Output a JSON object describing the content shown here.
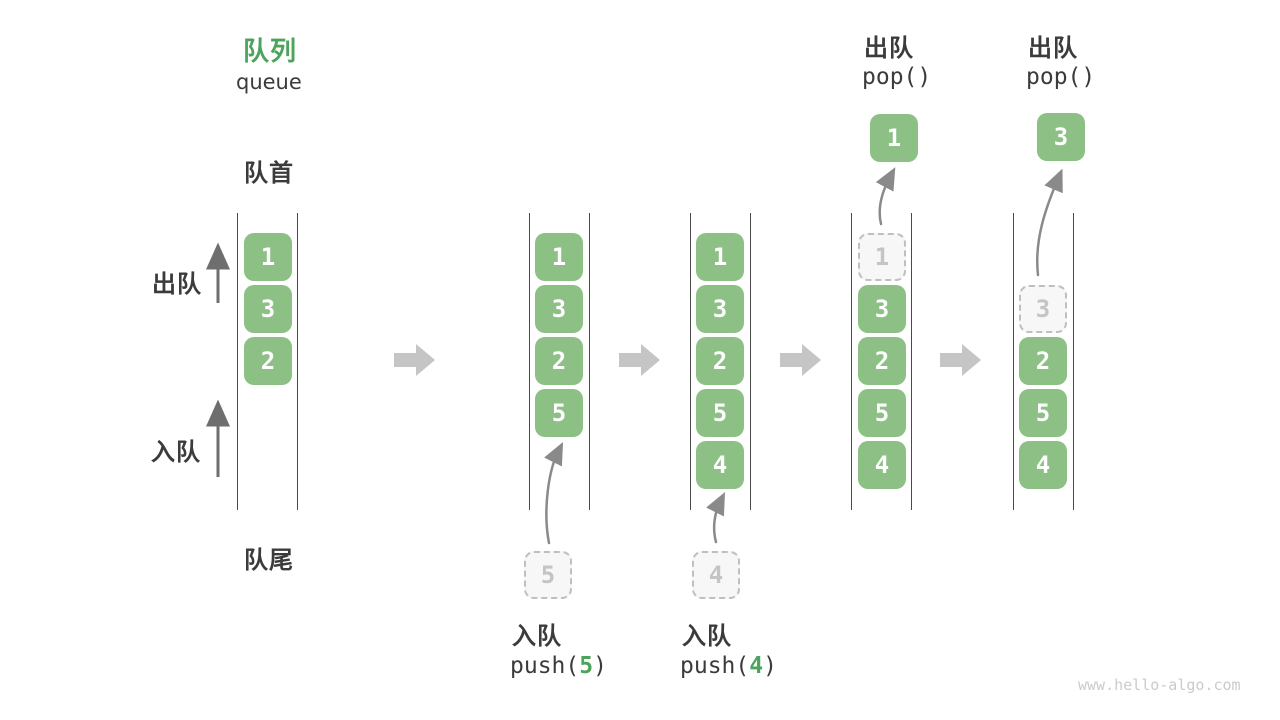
{
  "title": {
    "zh": "队列",
    "en": "queue"
  },
  "labels": {
    "front": "队首",
    "rear": "队尾",
    "dequeue": "出队",
    "enqueue": "入队"
  },
  "watermark": "www.hello-algo.com",
  "colors": {
    "element_green": "#8CC085",
    "title_green": "#4CA35C",
    "text_dark": "#3B3B3B",
    "rail_line": "#4A4A4A",
    "ghost_border": "#BFBFBF",
    "ghost_text": "#C4C4C4",
    "block_arrow": "#C5C5C5",
    "thin_arrow": "#6E6E6E",
    "curve_arrow": "#8A8A8A"
  },
  "steps": [
    {
      "items": [
        "1",
        "3",
        "2"
      ]
    },
    {
      "items": [
        "1",
        "3",
        "2",
        "5"
      ],
      "incoming": "5",
      "op": {
        "name": "入队",
        "fn": "push(",
        "arg": "5",
        "close": ")"
      }
    },
    {
      "items": [
        "1",
        "3",
        "2",
        "5",
        "4"
      ],
      "incoming": "4",
      "op": {
        "name": "入队",
        "fn": "push(",
        "arg": "4",
        "close": ")"
      }
    },
    {
      "ghost": "1",
      "items": [
        "3",
        "2",
        "5",
        "4"
      ],
      "popped": "1",
      "op": {
        "name": "出队",
        "fn": "pop()"
      }
    },
    {
      "ghost": "3",
      "items": [
        "2",
        "5",
        "4"
      ],
      "popped": "3",
      "op": {
        "name": "出队",
        "fn": "pop()"
      }
    }
  ]
}
